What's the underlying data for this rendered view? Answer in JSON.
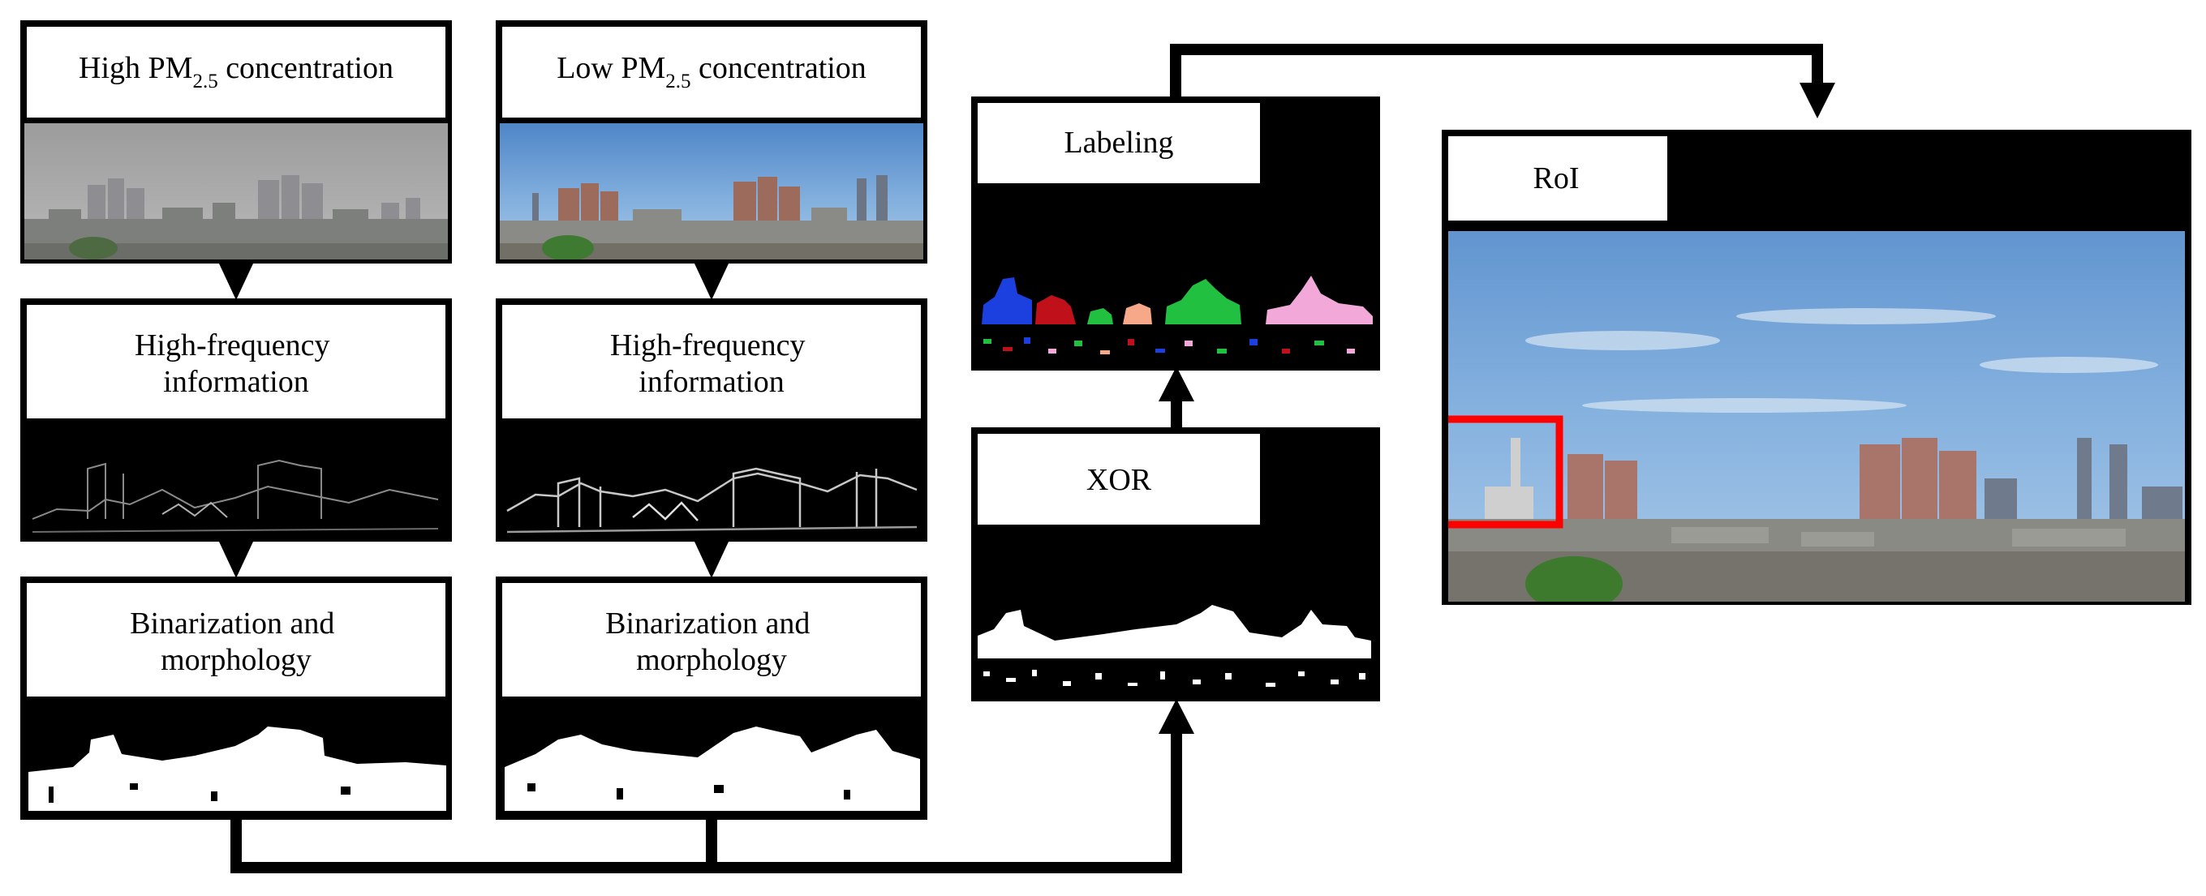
{
  "high_column": {
    "title_main": "High PM",
    "title_sub": "2.5",
    "title_rest": " concentration",
    "step1_line1": "High-frequency",
    "step1_line2": "information",
    "step2_line1": "Binarization and",
    "step2_line2": "morphology"
  },
  "low_column": {
    "title_main": "Low PM",
    "title_sub": "2.5",
    "title_rest": " concentration",
    "step1_line1": "High-frequency",
    "step1_line2": "information",
    "step2_line1": "Binarization and",
    "step2_line2": "morphology"
  },
  "xor_step": {
    "label": "XOR"
  },
  "labeling_step": {
    "label": "Labeling"
  },
  "roi_step": {
    "label": "RoI"
  },
  "colors": {
    "frame": "#000000",
    "haze_sky": "#a9a9a9",
    "clear_sky": "#6fa0d6",
    "roi_marker": "#ff0000",
    "label_blue": "#1c3fe0",
    "label_red": "#c0101a",
    "label_salmon": "#f7a888",
    "label_green": "#22c040",
    "label_pink": "#f2a8d8"
  }
}
